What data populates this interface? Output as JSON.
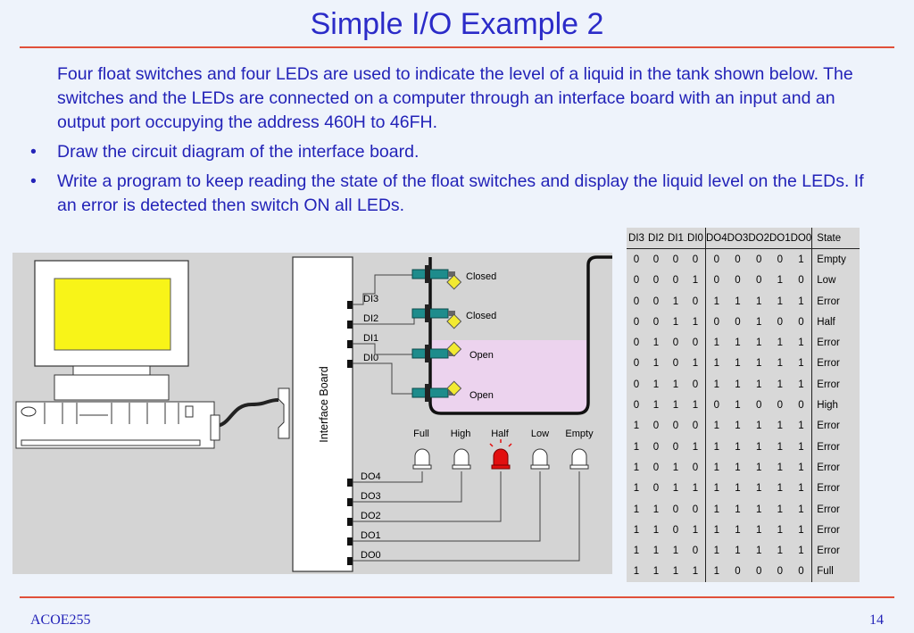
{
  "title": "Simple I/O Example 2",
  "intro": "Four float switches and four LEDs are used to indicate the level of a liquid in the tank shown below. The switches and the LEDs are connected on a computer through an interface board with an input and an output port occupying the address 460H to 46FH.",
  "bullets": [
    "Draw the circuit diagram of the interface board.",
    "Write a program to keep reading the state of the float switches and display the  liquid level on the LEDs. If an error is detected then switch ON all LEDs."
  ],
  "diagram": {
    "board_label": "Interface Board",
    "inputs": [
      "DI3",
      "DI2",
      "DI1",
      "DI0"
    ],
    "outputs": [
      "DO4",
      "DO3",
      "DO2",
      "DO1",
      "DO0"
    ],
    "switch_states": [
      "Closed",
      "Closed",
      "Open",
      "Open"
    ],
    "leds": [
      {
        "label": "Full",
        "on": false
      },
      {
        "label": "High",
        "on": false
      },
      {
        "label": "Half",
        "on": true
      },
      {
        "label": "Low",
        "on": false
      },
      {
        "label": "Empty",
        "on": false
      }
    ],
    "colors": {
      "liquid": "#ecd3ee",
      "switch": "#1e8c8c",
      "float": "#f2ea32",
      "screen": "#f8f418",
      "led_on": "#e21010",
      "panel": "#d4d4d4"
    }
  },
  "truth_table": {
    "headers": [
      "DI3",
      "DI2",
      "DI1",
      "DI0",
      "DO4",
      "DO3",
      "DO2",
      "DO1",
      "DO0",
      "State"
    ],
    "rows": [
      [
        "0",
        "0",
        "0",
        "0",
        "0",
        "0",
        "0",
        "0",
        "1",
        "Empty"
      ],
      [
        "0",
        "0",
        "0",
        "1",
        "0",
        "0",
        "0",
        "1",
        "0",
        "Low"
      ],
      [
        "0",
        "0",
        "1",
        "0",
        "1",
        "1",
        "1",
        "1",
        "1",
        "Error"
      ],
      [
        "0",
        "0",
        "1",
        "1",
        "0",
        "0",
        "1",
        "0",
        "0",
        "Half"
      ],
      [
        "0",
        "1",
        "0",
        "0",
        "1",
        "1",
        "1",
        "1",
        "1",
        "Error"
      ],
      [
        "0",
        "1",
        "0",
        "1",
        "1",
        "1",
        "1",
        "1",
        "1",
        "Error"
      ],
      [
        "0",
        "1",
        "1",
        "0",
        "1",
        "1",
        "1",
        "1",
        "1",
        "Error"
      ],
      [
        "0",
        "1",
        "1",
        "1",
        "0",
        "1",
        "0",
        "0",
        "0",
        "High"
      ],
      [
        "1",
        "0",
        "0",
        "0",
        "1",
        "1",
        "1",
        "1",
        "1",
        "Error"
      ],
      [
        "1",
        "0",
        "0",
        "1",
        "1",
        "1",
        "1",
        "1",
        "1",
        "Error"
      ],
      [
        "1",
        "0",
        "1",
        "0",
        "1",
        "1",
        "1",
        "1",
        "1",
        "Error"
      ],
      [
        "1",
        "0",
        "1",
        "1",
        "1",
        "1",
        "1",
        "1",
        "1",
        "Error"
      ],
      [
        "1",
        "1",
        "0",
        "0",
        "1",
        "1",
        "1",
        "1",
        "1",
        "Error"
      ],
      [
        "1",
        "1",
        "0",
        "1",
        "1",
        "1",
        "1",
        "1",
        "1",
        "Error"
      ],
      [
        "1",
        "1",
        "1",
        "0",
        "1",
        "1",
        "1",
        "1",
        "1",
        "Error"
      ],
      [
        "1",
        "1",
        "1",
        "1",
        "1",
        "0",
        "0",
        "0",
        "0",
        "Full"
      ]
    ]
  },
  "footer": {
    "course": "ACOE255",
    "page": "14"
  }
}
